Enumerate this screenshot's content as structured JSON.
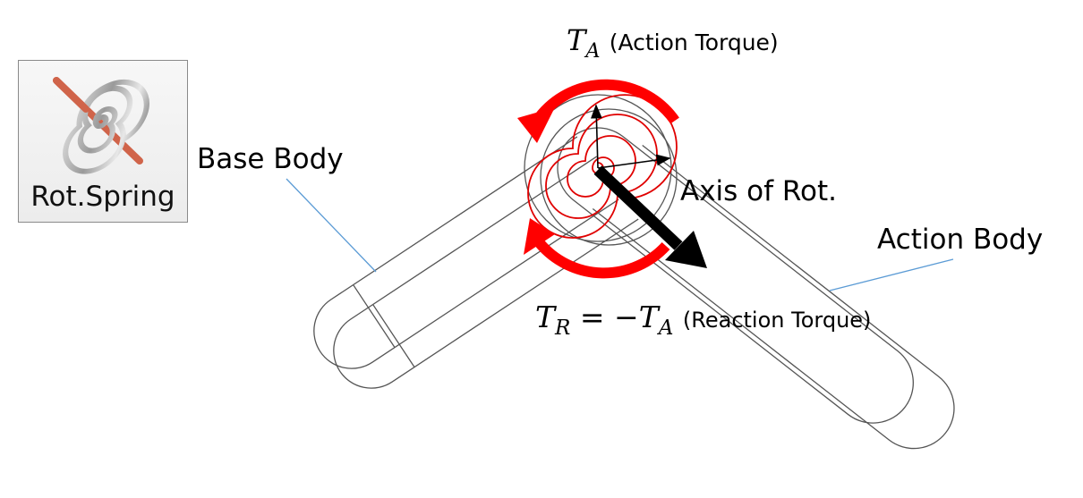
{
  "icon": {
    "name": "rotational-spring",
    "label": "Rot.Spring"
  },
  "labels": {
    "base_body": "Base Body",
    "action_body": "Action Body",
    "axis": "Axis of Rot.",
    "action_torque_symbol": "T",
    "action_torque_sub": "A",
    "action_torque_text": "(Action Torque)",
    "reaction_torque_symbol": "T",
    "reaction_torque_sub": "R",
    "reaction_torque_eq": " = −",
    "reaction_torque_symbol2": "T",
    "reaction_torque_sub2": "A",
    "reaction_torque_text": "(Reaction Torque)"
  },
  "colors": {
    "torque_arrow": "#ff0000",
    "spring": "#e00000",
    "body_outline": "#555555",
    "leader_line": "#5b9bd5",
    "axis_arrow": "#000000"
  }
}
